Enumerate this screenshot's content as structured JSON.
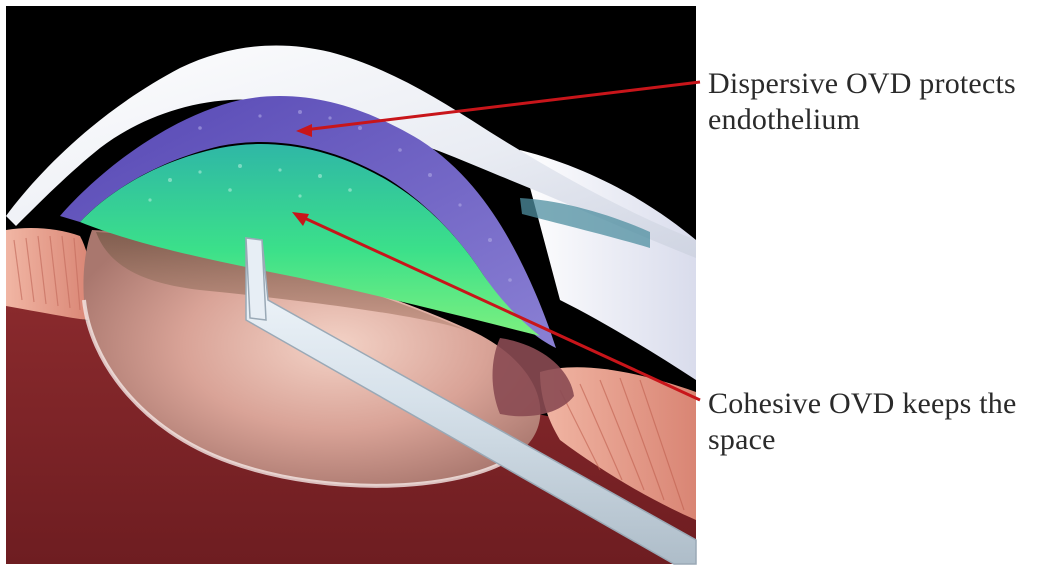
{
  "annotations": [
    {
      "line1": "Dispersive OVD protects",
      "line2": "endothelium",
      "color": "#7467c4"
    },
    {
      "line1": "Cohesive OVD keeps the",
      "line2": "space",
      "color": "#3fd98a"
    }
  ],
  "colors": {
    "background_top": "#000000",
    "background_bottom": "#7a2326",
    "cornea": "#eef0f5",
    "dispersive_ovd": "#6f62c0",
    "cohesive_ovd": "#3fd890",
    "lens": "#e6b3a7",
    "iris": "#e7a08f",
    "cannula": "#dfe7ef",
    "arrow": "#c8151a"
  }
}
